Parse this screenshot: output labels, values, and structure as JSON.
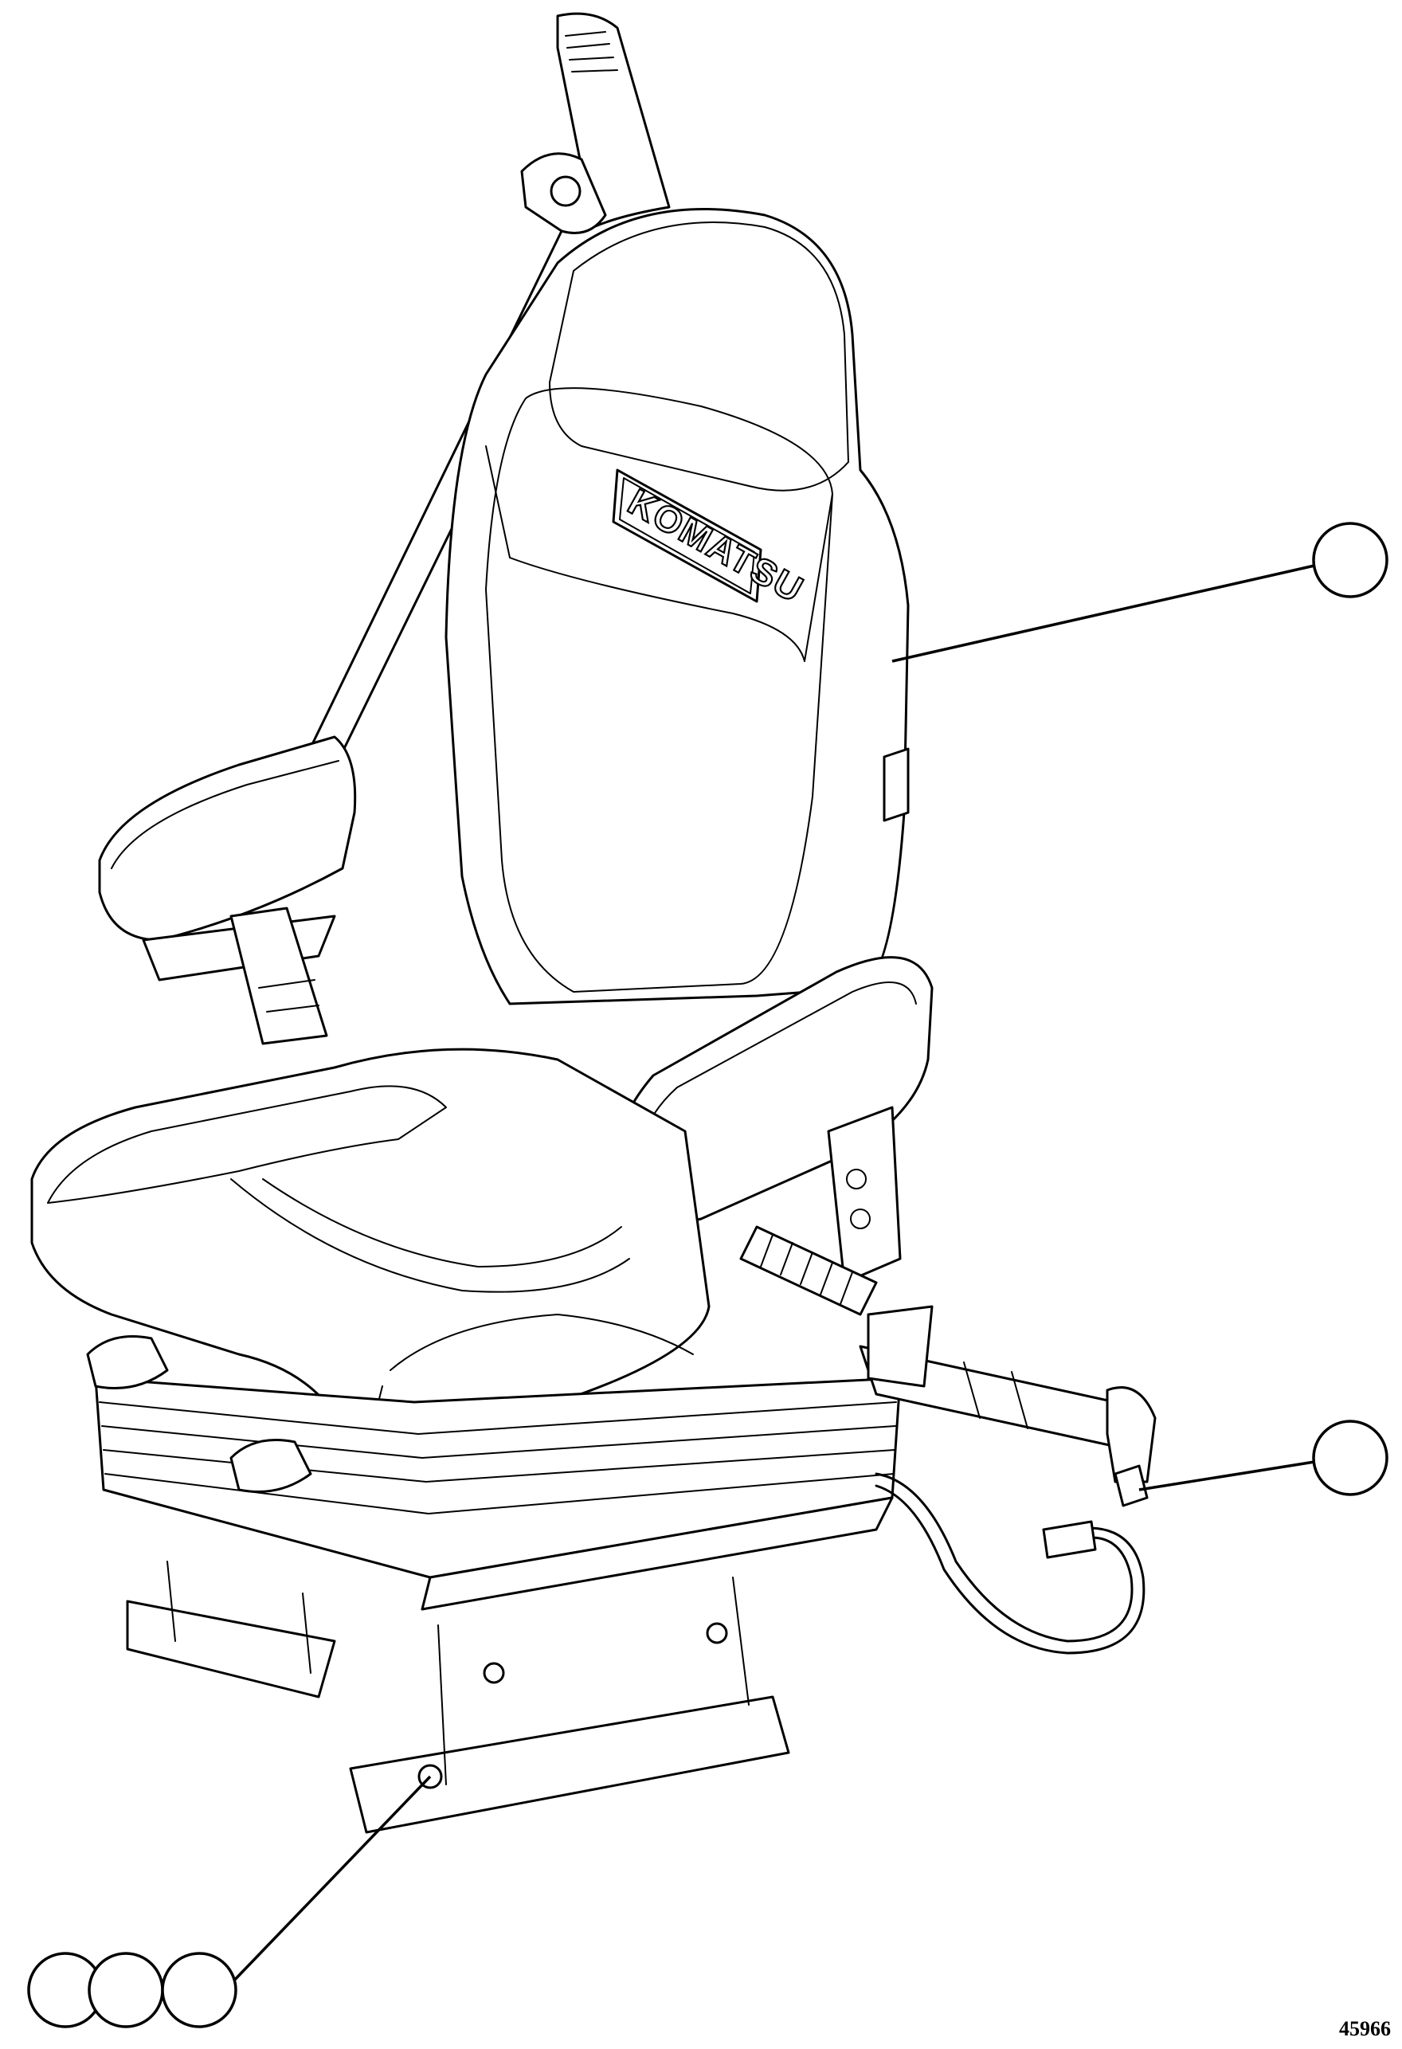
{
  "drawing": {
    "logo_text": "KOMATSU",
    "figure_number": "45966"
  },
  "callouts": [
    {
      "id": "seat",
      "label": ""
    },
    {
      "id": "seatbelt-buckle",
      "label": ""
    },
    {
      "id": "mount-bolt-a",
      "label": ""
    },
    {
      "id": "mount-bolt-b",
      "label": ""
    },
    {
      "id": "mount-bolt-c",
      "label": ""
    }
  ],
  "colors": {
    "line": "#000000",
    "background": "#ffffff"
  }
}
